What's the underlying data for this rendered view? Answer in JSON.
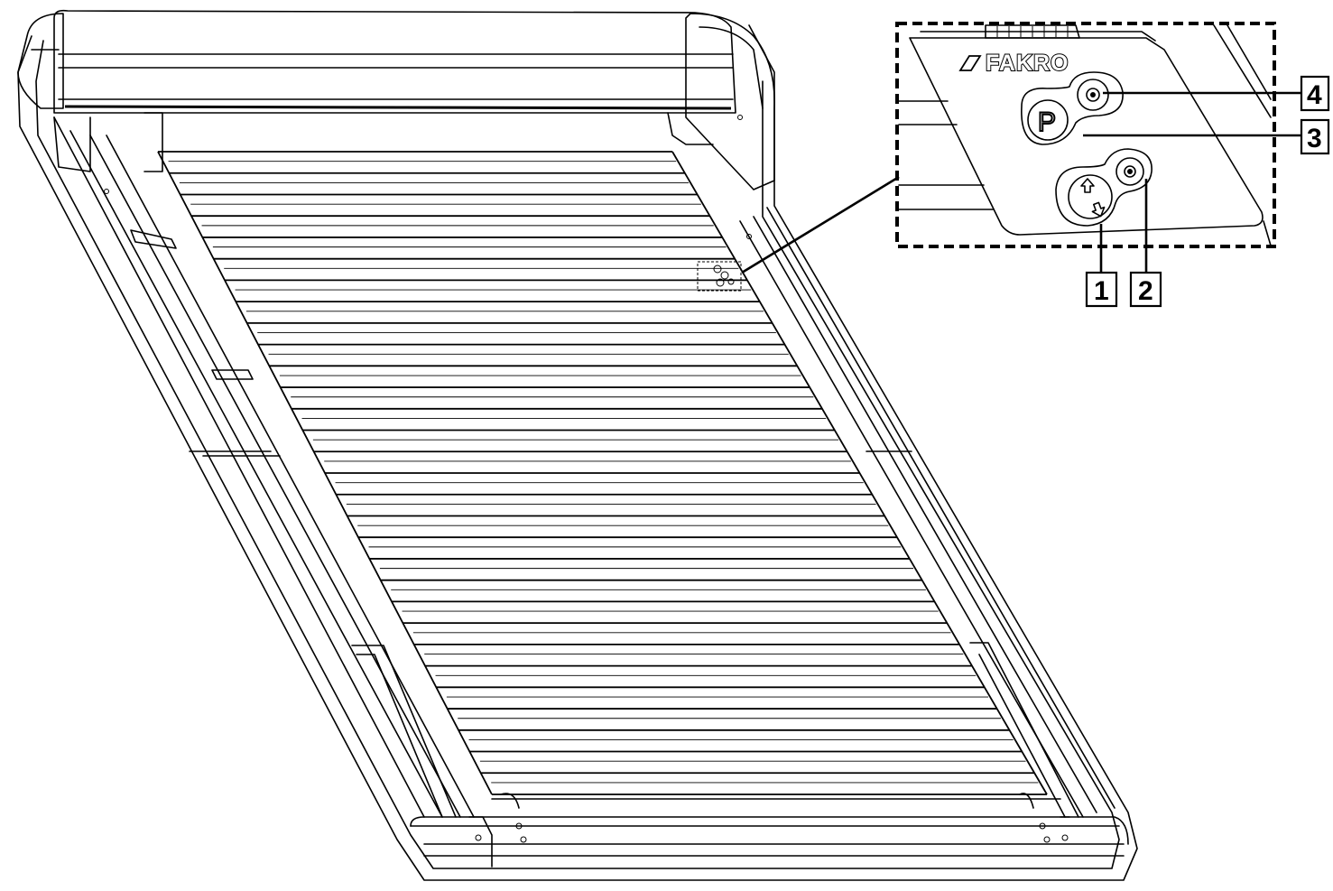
{
  "brand": {
    "logo_text": "FAKRO"
  },
  "control_panel": {
    "p_button_label": "P"
  },
  "callouts": [
    {
      "label": "1"
    },
    {
      "label": "2"
    },
    {
      "label": "3"
    },
    {
      "label": "4"
    }
  ]
}
